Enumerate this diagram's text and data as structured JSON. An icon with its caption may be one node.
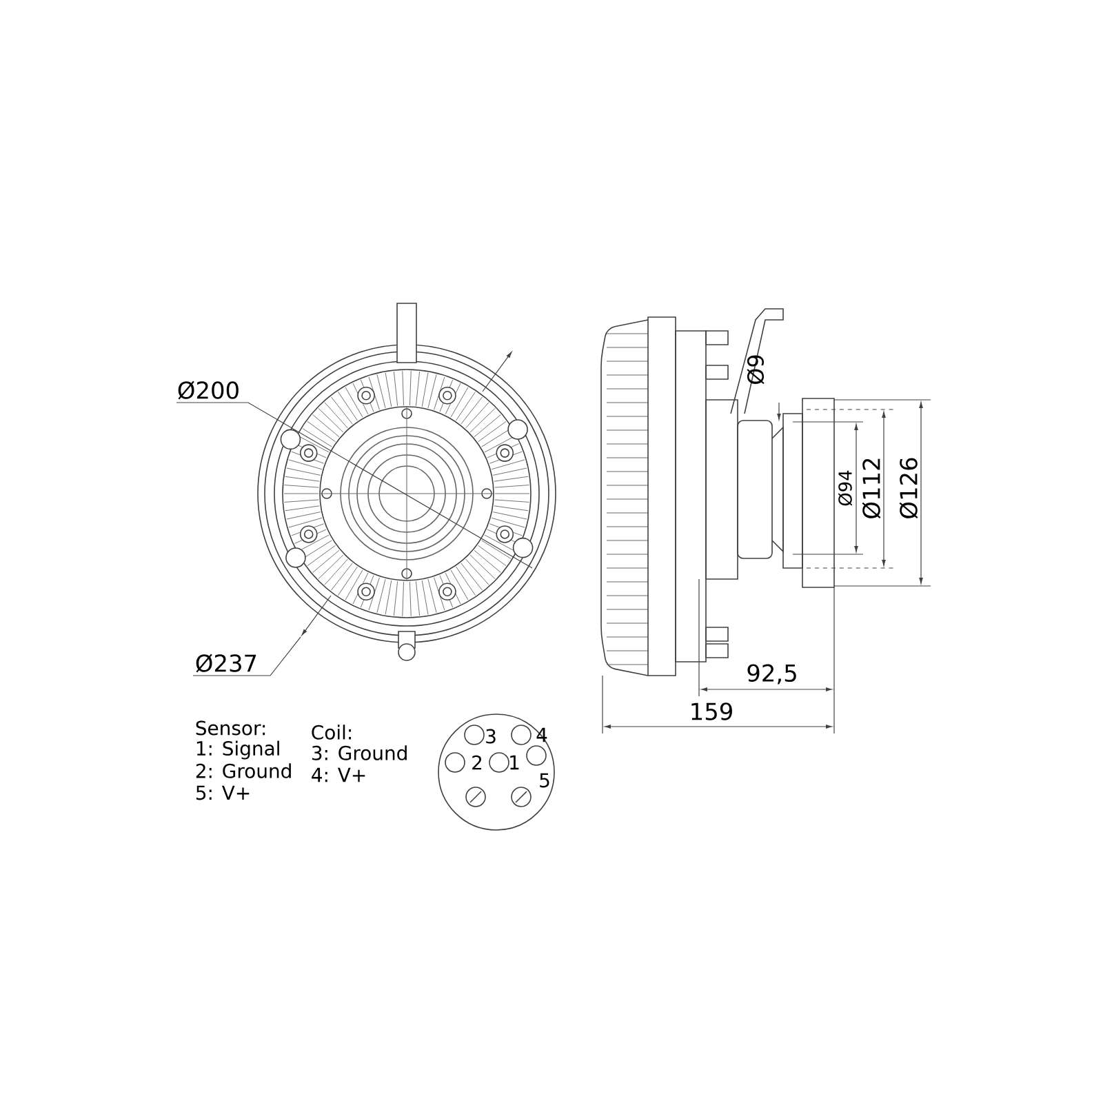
{
  "diagram": {
    "labels": [
      "Ø200",
      "Ø9",
      "Ø94",
      "Ø112",
      "Ø126",
      "Ø237",
      "92,5",
      "159",
      "Sensor:",
      "1: Signal",
      "2: Ground",
      "5: V+",
      "Coil:",
      "3: Ground",
      "4: V+",
      "3",
      "4",
      "2",
      "1",
      "5"
    ]
  }
}
